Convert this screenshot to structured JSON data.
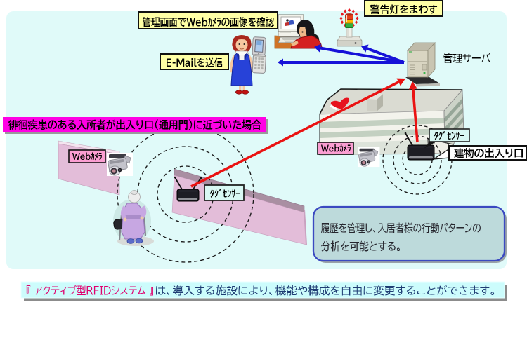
{
  "diagram": {
    "scenario_banner": "徘徊疾患のある入所者が出入り口（通用門）に近づいた場合",
    "actions": {
      "monitor_check": "管理画面でWebｶﾒﾗの画像を確認",
      "warning_light": "警告灯をまわす",
      "send_email": "E-Mailを送信"
    },
    "server_label": "管理サーバ",
    "gate": {
      "webcam": "Webｶﾒﾗ",
      "tag_sensor": "ﾀｸﾞｾﾝｻｰ"
    },
    "building": {
      "webcam": "Webｶﾒﾗ",
      "tag_sensor": "ﾀｸﾞｾﾝｻｰ",
      "entrance": "建物の出入り口"
    },
    "note_box": {
      "line1": "履歴を管理し、入居者様の行動パターンの",
      "line2": "分析を可能とする。"
    },
    "footer_banner": {
      "highlight": "『 アクティブ型RFIDシステム 』",
      "text": "は、導入する施設により、機能や構成を自由に変更することができます。"
    },
    "colors": {
      "panel_background": "#e0faf9",
      "label_yellow": "#ffffa6",
      "banner_magenta": "#ff00e4",
      "label_pink": "#fb9ed2",
      "label_cyan": "#d9f8f4",
      "note_box_fill": "#bddadb",
      "note_box_border": "#3b49c1",
      "footer_fill": "#ccfcfc",
      "footer_highlight_text": "#e0006e",
      "footer_text": "#1e3c73",
      "arrow_blue": "#1612d8",
      "arrow_red": "#ea1212",
      "wall_pink": "#e3bdd9",
      "building_stripe_green": "#c3d0c1"
    }
  }
}
